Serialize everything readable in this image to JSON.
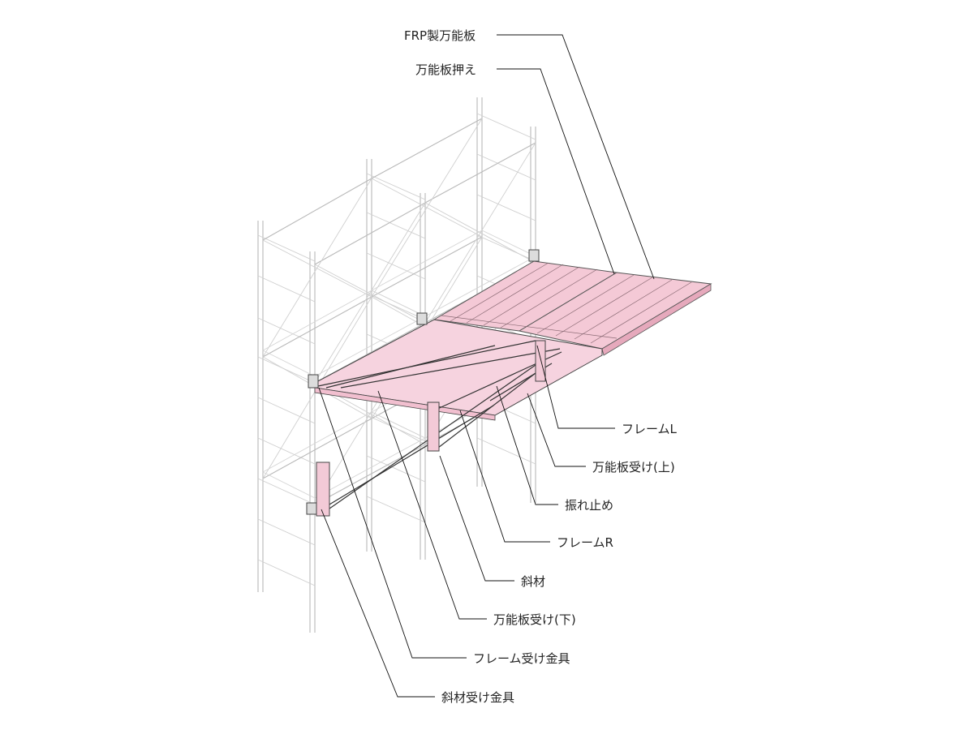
{
  "diagram": {
    "labels": [
      {
        "id": "frp-board",
        "text": "FRP製万能板"
      },
      {
        "id": "board-retainer",
        "text": "万能板押え"
      },
      {
        "id": "frame-l",
        "text": "フレームL"
      },
      {
        "id": "board-support-upper",
        "text": "万能板受け(上)"
      },
      {
        "id": "sway-brace",
        "text": "振れ止め"
      },
      {
        "id": "frame-r",
        "text": "フレームR"
      },
      {
        "id": "diagonal-member",
        "text": "斜材"
      },
      {
        "id": "board-support-lower",
        "text": "万能板受け(下)"
      },
      {
        "id": "frame-bracket",
        "text": "フレーム受け金具"
      },
      {
        "id": "diagonal-bracket",
        "text": "斜材受け金具"
      }
    ],
    "colors": {
      "board_fill": "#f4c9d6",
      "board_edge": "#e6a9bc",
      "frame_fill": "#f6d3df",
      "scaffold": "#b9b9b9",
      "leader": "#111111"
    }
  }
}
